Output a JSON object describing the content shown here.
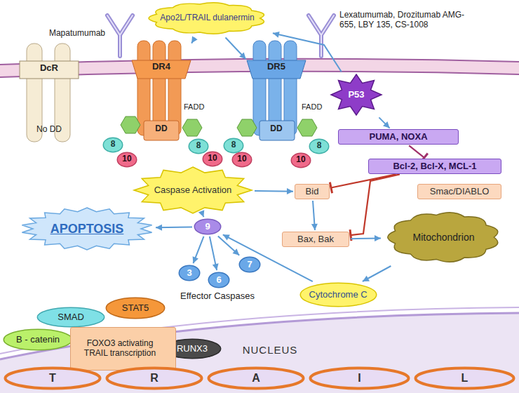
{
  "diagram": {
    "nodes": [
      {
        "text": [
          "Apo2L/TRAIL dulanermin"
        ]
      },
      {
        "text": [
          "DcR",
          "No DD"
        ]
      },
      {
        "text": [
          "DR4",
          "DD"
        ]
      },
      {
        "text": [
          "DR5",
          "DD"
        ]
      },
      {
        "text": [
          "8"
        ]
      },
      {
        "text": [
          "10"
        ]
      },
      {
        "text": [
          "8"
        ]
      },
      {
        "text": [
          "10"
        ]
      },
      {
        "text": [
          "8"
        ]
      },
      {
        "text": [
          "10"
        ]
      },
      {
        "text": [
          "8"
        ]
      },
      {
        "text": [
          "10"
        ]
      },
      {
        "text": [
          "P53"
        ]
      },
      {
        "text": [
          "PUMA, NOXA"
        ]
      },
      {
        "text": [
          "Bcl-2, Bcl-X, MCL-1"
        ]
      },
      {
        "text": [
          "Caspase Activation"
        ]
      },
      {
        "text": [
          "Bid"
        ]
      },
      {
        "text": [
          "Smac/DIABLO"
        ]
      },
      {
        "text": [
          "Bax, Bak"
        ]
      },
      {
        "text": [
          "Mitochondrion"
        ]
      },
      {
        "text": [
          "APOPTOSIS"
        ]
      },
      {
        "text": [
          "9"
        ]
      },
      {
        "text": [
          "3"
        ]
      },
      {
        "text": [
          "6"
        ]
      },
      {
        "text": [
          "7"
        ]
      },
      {
        "text": [
          "Cytochrome C"
        ]
      },
      {
        "text": [
          "SMAD"
        ]
      },
      {
        "text": [
          "STAT5"
        ]
      },
      {
        "text": [
          "B - catenin"
        ]
      },
      {
        "text": [
          "RUNX3"
        ]
      },
      {
        "text": [
          "FOXO3 activating TRAIL transcription"
        ]
      },
      {
        "text": [
          "T"
        ]
      },
      {
        "text": [
          "R"
        ]
      },
      {
        "text": [
          "A"
        ]
      },
      {
        "text": [
          "I"
        ]
      },
      {
        "text": [
          "L"
        ]
      }
    ],
    "edges": [
      {
        "from": 0,
        "to": 2,
        "arrow": "to"
      },
      {
        "from": 0,
        "to": 3,
        "arrow": "to"
      },
      {
        "from": 12,
        "to": 0,
        "arrow": "to"
      },
      {
        "from": 12,
        "to": 13,
        "arrow": "to"
      },
      {
        "from": 13,
        "to": 14,
        "arrow": "to"
      },
      {
        "from": 14,
        "to": 16,
        "arrow": "to"
      },
      {
        "from": 14,
        "to": 18,
        "arrow": "to"
      },
      {
        "from": 15,
        "to": 16,
        "arrow": "to"
      },
      {
        "from": 16,
        "to": 18,
        "arrow": "to"
      },
      {
        "from": 18,
        "to": 19,
        "arrow": "to"
      },
      {
        "from": 19,
        "to": 25,
        "arrow": "to"
      },
      {
        "from": 25,
        "to": 21,
        "arrow": "to"
      },
      {
        "from": 15,
        "to": 21,
        "arrow": "to"
      },
      {
        "from": 21,
        "to": 22,
        "arrow": "to"
      },
      {
        "from": 21,
        "to": 23,
        "arrow": "to"
      },
      {
        "from": 21,
        "to": 24,
        "arrow": "to"
      },
      {
        "from": 21,
        "to": 20,
        "arrow": "to"
      }
    ],
    "labels": [
      "Mapatumumab",
      "Lexatumumab, Drozitumab AMG-655, LBY 135, CS-1008",
      "FADD",
      "FADD",
      "Effector Caspases",
      "NUCLEUS"
    ]
  }
}
